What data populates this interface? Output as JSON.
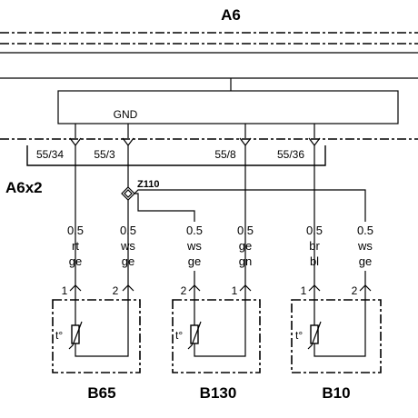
{
  "module": {
    "name": "A6",
    "gnd_label": "GND",
    "connector": "A6x2"
  },
  "pins": [
    "55/34",
    "55/3",
    "55/8",
    "55/36"
  ],
  "splice": "Z110",
  "wires": [
    {
      "size": "0.5",
      "c1": "rt",
      "c2": "ge"
    },
    {
      "size": "0.5",
      "c1": "ws",
      "c2": "ge"
    },
    {
      "size": "0.5",
      "c1": "ws",
      "c2": "ge"
    },
    {
      "size": "0.5",
      "c1": "ge",
      "c2": "gn"
    },
    {
      "size": "0.5",
      "c1": "br",
      "c2": "bl"
    },
    {
      "size": "0.5",
      "c1": "ws",
      "c2": "ge"
    }
  ],
  "sensors": [
    {
      "name": "B65",
      "pin_left": "1",
      "pin_right": "2",
      "symbol": "t°"
    },
    {
      "name": "B130",
      "pin_left": "2",
      "pin_right": "1",
      "symbol": "t°"
    },
    {
      "name": "B10",
      "pin_left": "1",
      "pin_right": "2",
      "symbol": "t°"
    }
  ]
}
